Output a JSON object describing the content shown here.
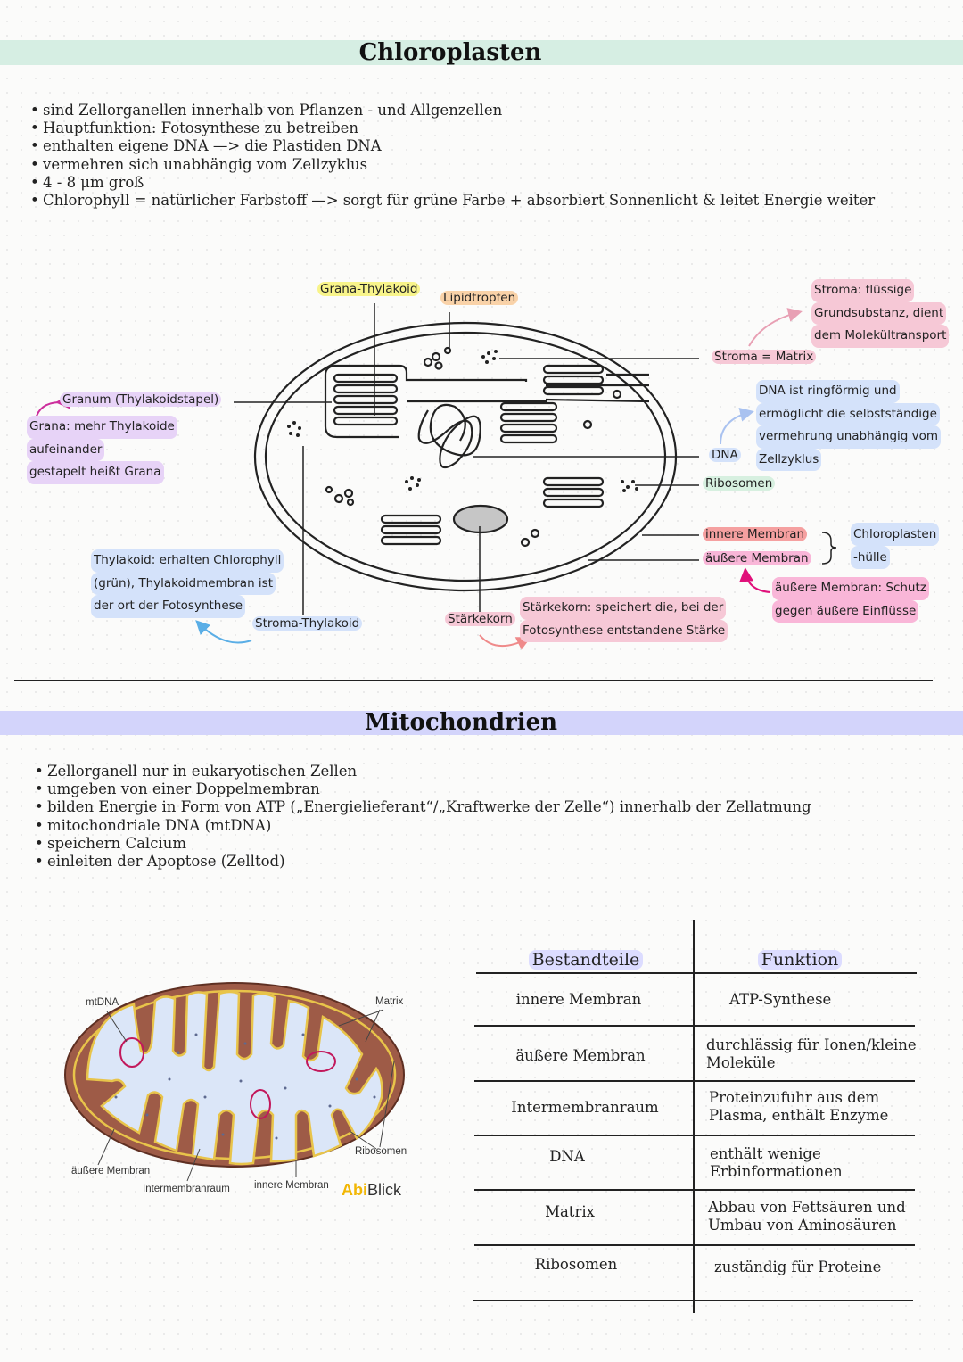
{
  "chloro": {
    "title": "Chloroplasten",
    "bullets": [
      "sind Zellorganellen innerhalb von Pflanzen - und Allgenzellen",
      "Hauptfunktion: Fotosynthese zu betreiben",
      "enthalten eigene DNA —> die Plastiden DNA",
      "vermehren sich unabhängig vom Zellzyklus",
      "4 - 8 μm groß",
      "Chlorophyll = natürlicher Farbstoff —> sorgt für grüne Farbe + absorbiert  Sonnenlicht & leitet Energie weiter"
    ],
    "labels": {
      "grana_thylakoid": "Grana-Thylakoid",
      "lipidtropfen": "Lipidtropfen",
      "stroma_matrix": "Stroma = Matrix",
      "stroma_note": [
        "Stroma: flüssige",
        "Grundsubstanz, dient",
        "dem Molekültransport"
      ],
      "granum": "Granum (Thylakoidstapel)",
      "granum_note": [
        "Grana: mehr Thylakoide",
        "aufeinander",
        "gestapelt heißt Grana"
      ],
      "dna": "DNA",
      "dna_note": [
        "DNA ist ringförmig und",
        "ermöglicht die selbstständige",
        "vermehrung unabhängig vom",
        "Zellzyklus"
      ],
      "ribosomen": "Ribosomen",
      "innere_membran": "innere Membran",
      "aeussere_membran": "äußere Membran",
      "huelle": [
        "Chloroplasten",
        "-hülle"
      ],
      "membran_note": [
        "äußere Membran: Schutz",
        "gegen äußere Einflüsse"
      ],
      "thylakoid_note": [
        "Thylakoid: erhalten Chlorophyll",
        "(grün), Thylakoidmembran ist",
        "der ort der Fotosynthese"
      ],
      "stroma_thylakoid": "Stroma-Thylakoid",
      "staerkekorn": "Stärkekorn",
      "staerkekorn_note": [
        "Stärkekorn: speichert die, bei der",
        "Fotosynthese entstandene Stärke"
      ]
    }
  },
  "mito": {
    "title": "Mitochondrien",
    "bullets": [
      "Zellorganell nur in eukaryotischen Zellen",
      "umgeben von einer Doppelmembran",
      "bilden Energie in Form von ATP („Energielieferant“/„Kraftwerke der Zelle“) innerhalb der Zellatmung",
      "mitochondriale DNA (mtDNA)",
      "speichern Calcium",
      "einleiten der Apoptose (Zelltod)"
    ],
    "labels": {
      "mtdna": "mtDNA",
      "matrix": "Matrix",
      "ribosomen": "Ribosomen",
      "aeussere_membran": "äußere Membran",
      "intermembranraum": "Intermembranraum",
      "innere_membran": "innere Membran"
    },
    "logo": {
      "part1": "Abi",
      "part2": "Blick"
    },
    "table": {
      "headers": [
        "Bestandteile",
        "Funktion"
      ],
      "rows": [
        [
          "innere Membran",
          "ATP-Synthese"
        ],
        [
          "äußere Membran",
          "durchlässig für Ionen/kleine Moleküle"
        ],
        [
          "Intermembranraum",
          "Proteinzufuhr aus dem Plasma, enthält Enzyme"
        ],
        [
          "DNA",
          "enthält wenige Erbinformationen"
        ],
        [
          "Matrix",
          "Abbau von Fettsäuren und Umbau von Aminosäuren"
        ],
        [
          "Ribosomen",
          "zuständig für Proteine"
        ]
      ]
    }
  },
  "colors": {
    "chloro_band": "#d6eee3",
    "mito_band": "#d3d4fb",
    "yellow": "#f8f48a",
    "orange": "#f9d2a8",
    "pink": "#f6c8d6",
    "purple": "#e7d3f7",
    "blue": "#d4e2fa",
    "green": "#d7f0e0",
    "red": "#f5a0a0",
    "magenta": "#f9b6d8"
  }
}
